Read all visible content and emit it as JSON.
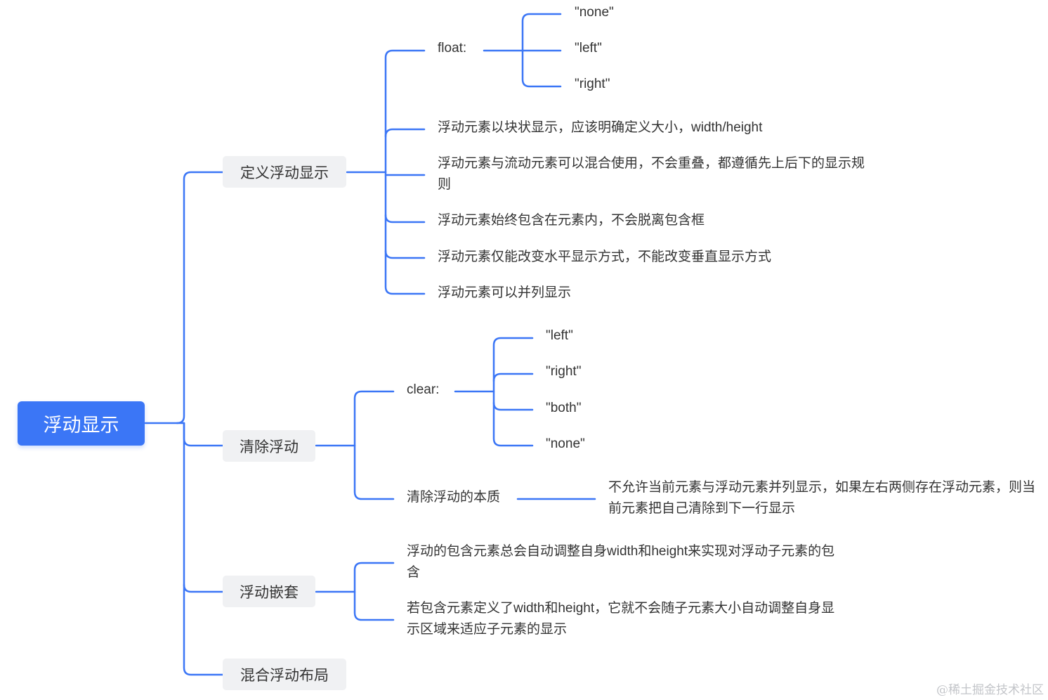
{
  "root": {
    "label": "浮动显示"
  },
  "branches": [
    {
      "label": "定义浮动显示",
      "children": [
        {
          "label": "float:",
          "options": [
            "\"none\"",
            "\"left\"",
            "\"right\""
          ]
        },
        {
          "label": "浮动元素以块状显示，应该明确定义大小，width/height"
        },
        {
          "label": "浮动元素与流动元素可以混合使用，不会重叠，都遵循先上后下的显示规则"
        },
        {
          "label": "浮动元素始终包含在元素内，不会脱离包含框"
        },
        {
          "label": "浮动元素仅能改变水平显示方式，不能改变垂直显示方式"
        },
        {
          "label": "浮动元素可以并列显示"
        }
      ]
    },
    {
      "label": "清除浮动",
      "children": [
        {
          "label": "clear:",
          "options": [
            "\"left\"",
            "\"right\"",
            "\"both\"",
            "\"none\""
          ]
        },
        {
          "label": "清除浮动的本质",
          "detail": "不允许当前元素与浮动元素并列显示，如果左右两侧存在浮动元素，则当前元素把自己清除到下一行显示"
        }
      ]
    },
    {
      "label": "浮动嵌套",
      "children": [
        {
          "label": "浮动的包含元素总会自动调整自身width和height来实现对浮动子元素的包含"
        },
        {
          "label": "若包含元素定义了width和height，它就不会随子元素大小自动调整自身显示区域来适应子元素的显示"
        }
      ]
    },
    {
      "label": "混合浮动布局",
      "children": []
    }
  ],
  "watermark": "@稀土掘金技术社区",
  "colors": {
    "root_bg": "#3b76f6",
    "connector": "#3b76f6",
    "branch_bg": "#f0f1f3"
  }
}
